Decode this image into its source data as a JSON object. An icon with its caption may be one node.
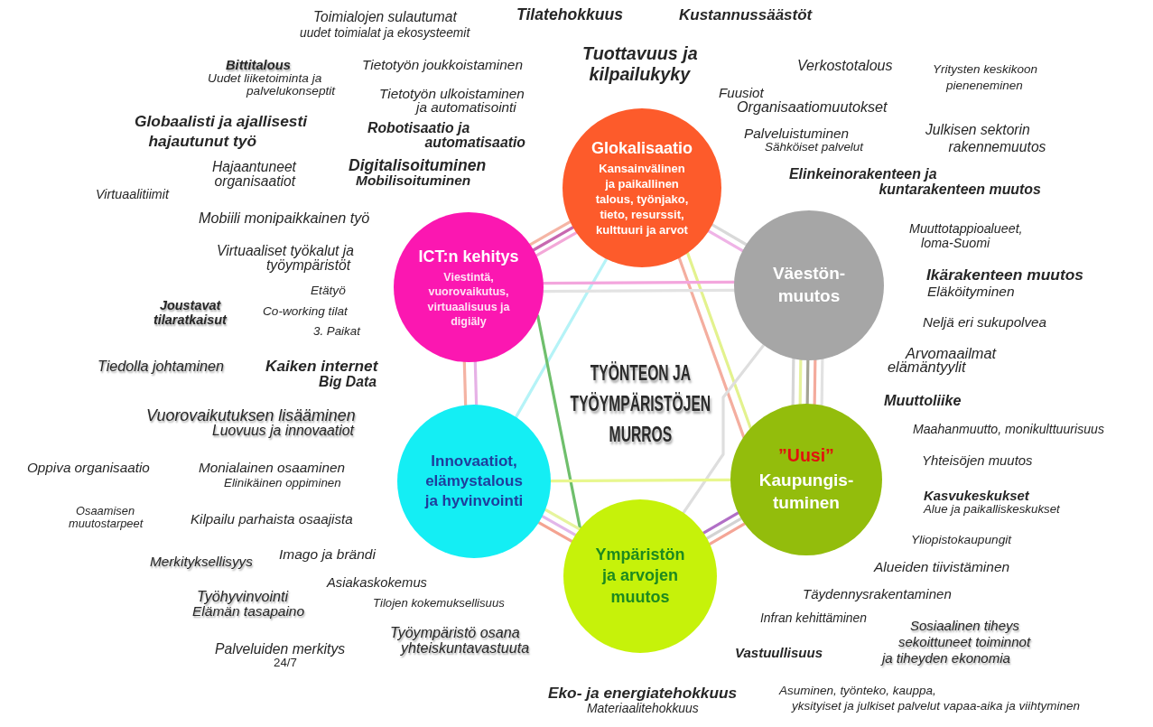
{
  "diagram": {
    "title": "TYÖNTEON JA TYÖYMPÄRISTÖJEN MURROS",
    "nodes": [
      {
        "text": [
          "Glokalisaatio",
          "Kansainvälinen ja paikallinen talous, työnjako, tieto, resurssit, kulttuuri ja arvot"
        ]
      },
      {
        "text": [
          "ICT:n kehitys",
          "Viestintä, vuorovaikutus, virtuaalisuus ja digiäly"
        ]
      },
      {
        "text": [
          "Väestön- muutos"
        ]
      },
      {
        "text": [
          "Innovaatiot, elämystalous ja hyvinvointi"
        ]
      },
      {
        "text": [
          "”Uusi”",
          "Kaupungis- tuminen"
        ]
      },
      {
        "text": [
          "Ympäristön ja arvojen muutos"
        ]
      }
    ],
    "edges": [
      {
        "from": 0,
        "to": 1,
        "arrow": "none",
        "color": "#f5b5a5"
      },
      {
        "from": 0,
        "to": 1,
        "arrow": "none",
        "color": "#c768b0"
      },
      {
        "from": 0,
        "to": 1,
        "arrow": "none",
        "color": "#f3a8d8"
      },
      {
        "from": 0,
        "to": 2,
        "arrow": "none",
        "color": "#efb3e6"
      },
      {
        "from": 0,
        "to": 2,
        "arrow": "none",
        "color": "#d9d9d9"
      },
      {
        "from": 0,
        "to": 3,
        "arrow": "none",
        "color": "#b5f3f7"
      },
      {
        "from": 0,
        "to": 4,
        "arrow": "none",
        "color": "#f4ae9f"
      },
      {
        "from": 0,
        "to": 4,
        "arrow": "none",
        "color": "#e3f28e"
      },
      {
        "from": 1,
        "to": 2,
        "arrow": "none",
        "color": "#f3a6dd"
      },
      {
        "from": 1,
        "to": 2,
        "arrow": "none",
        "color": "#e3e3e3"
      },
      {
        "from": 1,
        "to": 3,
        "arrow": "none",
        "color": "#f4b3a3"
      },
      {
        "from": 1,
        "to": 3,
        "arrow": "none",
        "color": "#e6b1e6"
      },
      {
        "from": 1,
        "to": 5,
        "arrow": "none",
        "color": "#6fbf6c"
      },
      {
        "from": 2,
        "to": 4,
        "arrow": "none",
        "color": "#d6d6d6"
      },
      {
        "from": 2,
        "to": 4,
        "arrow": "none",
        "color": "#e6f29b"
      },
      {
        "from": 2,
        "to": 4,
        "arrow": "none",
        "color": "#a4a494"
      },
      {
        "from": 2,
        "to": 4,
        "arrow": "none",
        "color": "#f4ab9d"
      },
      {
        "from": 2,
        "to": 4,
        "arrow": "none",
        "color": "#e2e2e2"
      },
      {
        "from": 2,
        "to": 5,
        "arrow": "none",
        "color": "#dedede"
      },
      {
        "from": 3,
        "to": 4,
        "arrow": "none",
        "color": "#e8f78f"
      },
      {
        "from": 3,
        "to": 5,
        "arrow": "none",
        "color": "#f4a391"
      },
      {
        "from": 3,
        "to": 5,
        "arrow": "none",
        "color": "#e2b6ea"
      },
      {
        "from": 3,
        "to": 5,
        "arrow": "none",
        "color": "#e6f49d"
      },
      {
        "from": 4,
        "to": 5,
        "arrow": "none",
        "color": "#b16fc6"
      },
      {
        "from": 4,
        "to": 5,
        "arrow": "none",
        "color": "#d3d3d3"
      },
      {
        "from": 4,
        "to": 5,
        "arrow": "none",
        "color": "#f4a596"
      }
    ],
    "labels": [
      "Toimialojen sulautumat",
      "Tilatehokkuus",
      "Kustannussäästöt",
      "uudet toimialat ja ekosysteemit",
      "Bittitalous",
      "Tietotyön joukkoistaminen",
      "Tuottavuus ja kilpailukyky",
      "Verkostotalous",
      "Yritysten keskikoon pieneneminen",
      "Organisaatiomuutokset",
      "Uudet liiketoiminta ja palvelukonseptit",
      "Tietotyön ulkoistaminen ja automatisointi",
      "Fuusiot",
      "Globaalisti ja ajallisesti hajautunut työ",
      "Robotisaatio ja automatisaatio",
      "Palveluistuminen",
      "Sähköiset palvelut",
      "Julkisen sektorin rakennemuutos",
      "Hajaantuneet organisaatiot",
      "Digitalisoituminen",
      "Mobilisoituminen",
      "Virtuaalitiimit",
      "Elinkeinorakenteen ja kuntarakenteen muutos",
      "Mobiili monipaikkainen työ",
      "Virtuaaliset työkalut ja työympäristöt",
      "Muuttotappioalueet, loma-Suomi",
      "Ikärakenteen muutos",
      "Etätyö",
      "Eläköityminen",
      "Joustavat tilaratkaisut",
      "Co-working tilat",
      "3. Paikat",
      "Neljä eri sukupolvea",
      "Tiedolla johtaminen",
      "Kaiken internet",
      "Arvomaailmat elämäntyylit",
      "Big Data",
      "Muuttoliike",
      "Vuorovaikutuksen lisääminen",
      "Luovuus ja innovaatiot",
      "Maahanmuutto, monikulttuurisuus",
      "Oppiva organisaatio",
      "Monialainen osaaminen",
      "Yhteisöjen muutos",
      "Elinikäinen oppiminen",
      "Osaamisen muutostarpeet",
      "Kilpailu parhaista osaajista",
      "Kasvukeskukset",
      "Alue ja paikalliskeskukset",
      "Yliopistokaupungit",
      "Merkityksellisyys",
      "Imago ja brändi",
      "Alueiden tiivistäminen",
      "Asiakaskokemus",
      "Työhyvinvointi",
      "Tilojen kokemuksellisuus",
      "Täydennysrakentaminen",
      "Elämän tasapaino",
      "Työympäristö osana yhteiskuntavastuuta",
      "Infran kehittäminen",
      "Palveluiden merkitys",
      "24/7",
      "Vastuullisuus",
      "Sosiaalinen tiheys sekoittuneet toiminnot ja tiheyden ekonomia",
      "Eko- ja energiatehokkuus",
      "Materiaalitehokkuus",
      "Asuminen, työnteko, kauppa, yksityiset ja julkiset palvelut vapaa-aika ja viihtyminen"
    ]
  }
}
